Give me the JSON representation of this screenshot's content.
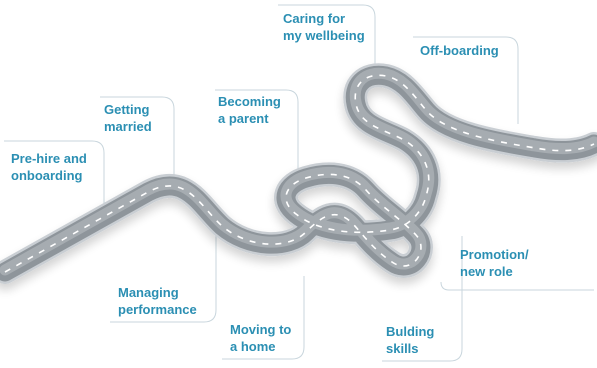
{
  "colors": {
    "road_edge": "#c9ced3",
    "road_surface": "#8e959b",
    "road_top": "#a6acb1",
    "lane_dash": "#ffffff",
    "leader": "#c9d6dd",
    "label": "#2b8fb3"
  },
  "milestones": [
    {
      "id": "pre-hire",
      "text": "Pre-hire and\nonboarding"
    },
    {
      "id": "getting-married",
      "text": "Getting\nmarried"
    },
    {
      "id": "managing-performance",
      "text": "Managing\nperformance"
    },
    {
      "id": "becoming-parent",
      "text": "Becoming\na parent"
    },
    {
      "id": "moving-home",
      "text": "Moving to\na home"
    },
    {
      "id": "caring-wellbeing",
      "text": "Caring for\nmy wellbeing"
    },
    {
      "id": "building-skills",
      "text": "Bulding\nskills"
    },
    {
      "id": "off-boarding",
      "text": "Off-boarding"
    },
    {
      "id": "promotion",
      "text": "Promotion/\nnew role"
    }
  ]
}
